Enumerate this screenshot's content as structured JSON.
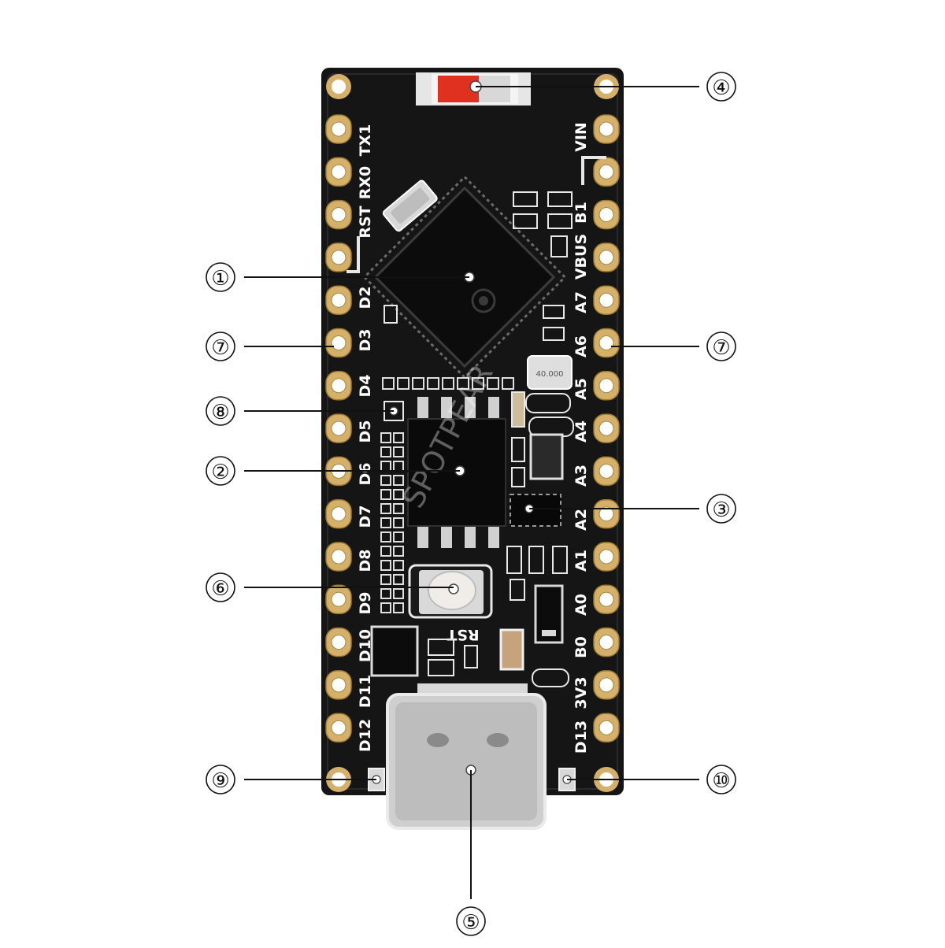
{
  "colors": {
    "pcb": "#151515",
    "pad_gold": "#d4b06a",
    "led_red": "#e03020",
    "silkscreen": "#ffffff",
    "background": "#ffffff"
  },
  "silkscreen": {
    "left_labels": [
      "TX1",
      "RX0",
      "RST",
      "D2",
      "D3",
      "D4",
      "D5",
      "D6",
      "D7",
      "D8",
      "D9",
      "D10",
      "D11",
      "D12"
    ],
    "right_labels": [
      "VIN",
      "B1",
      "VBUS",
      "A7",
      "A6",
      "A5",
      "A4",
      "A3",
      "A2",
      "A1",
      "A0",
      "B0",
      "3V3",
      "D13"
    ],
    "button_label": "RST",
    "crystal_marking": "40.000",
    "watermark": "SPOTPEAR"
  },
  "callouts": [
    {
      "id": "c1",
      "number": "①",
      "side": "left"
    },
    {
      "id": "c2",
      "number": "②",
      "side": "left"
    },
    {
      "id": "c3",
      "number": "③",
      "side": "right"
    },
    {
      "id": "c4",
      "number": "④",
      "side": "right"
    },
    {
      "id": "c5",
      "number": "⑤",
      "side": "bottom"
    },
    {
      "id": "c6",
      "number": "⑥",
      "side": "left"
    },
    {
      "id": "c7a",
      "number": "⑦",
      "side": "left"
    },
    {
      "id": "c7b",
      "number": "⑦",
      "side": "right"
    },
    {
      "id": "c8",
      "number": "⑧",
      "side": "left"
    },
    {
      "id": "c9",
      "number": "⑨",
      "side": "left"
    },
    {
      "id": "c10",
      "number": "⑩",
      "side": "right"
    }
  ]
}
